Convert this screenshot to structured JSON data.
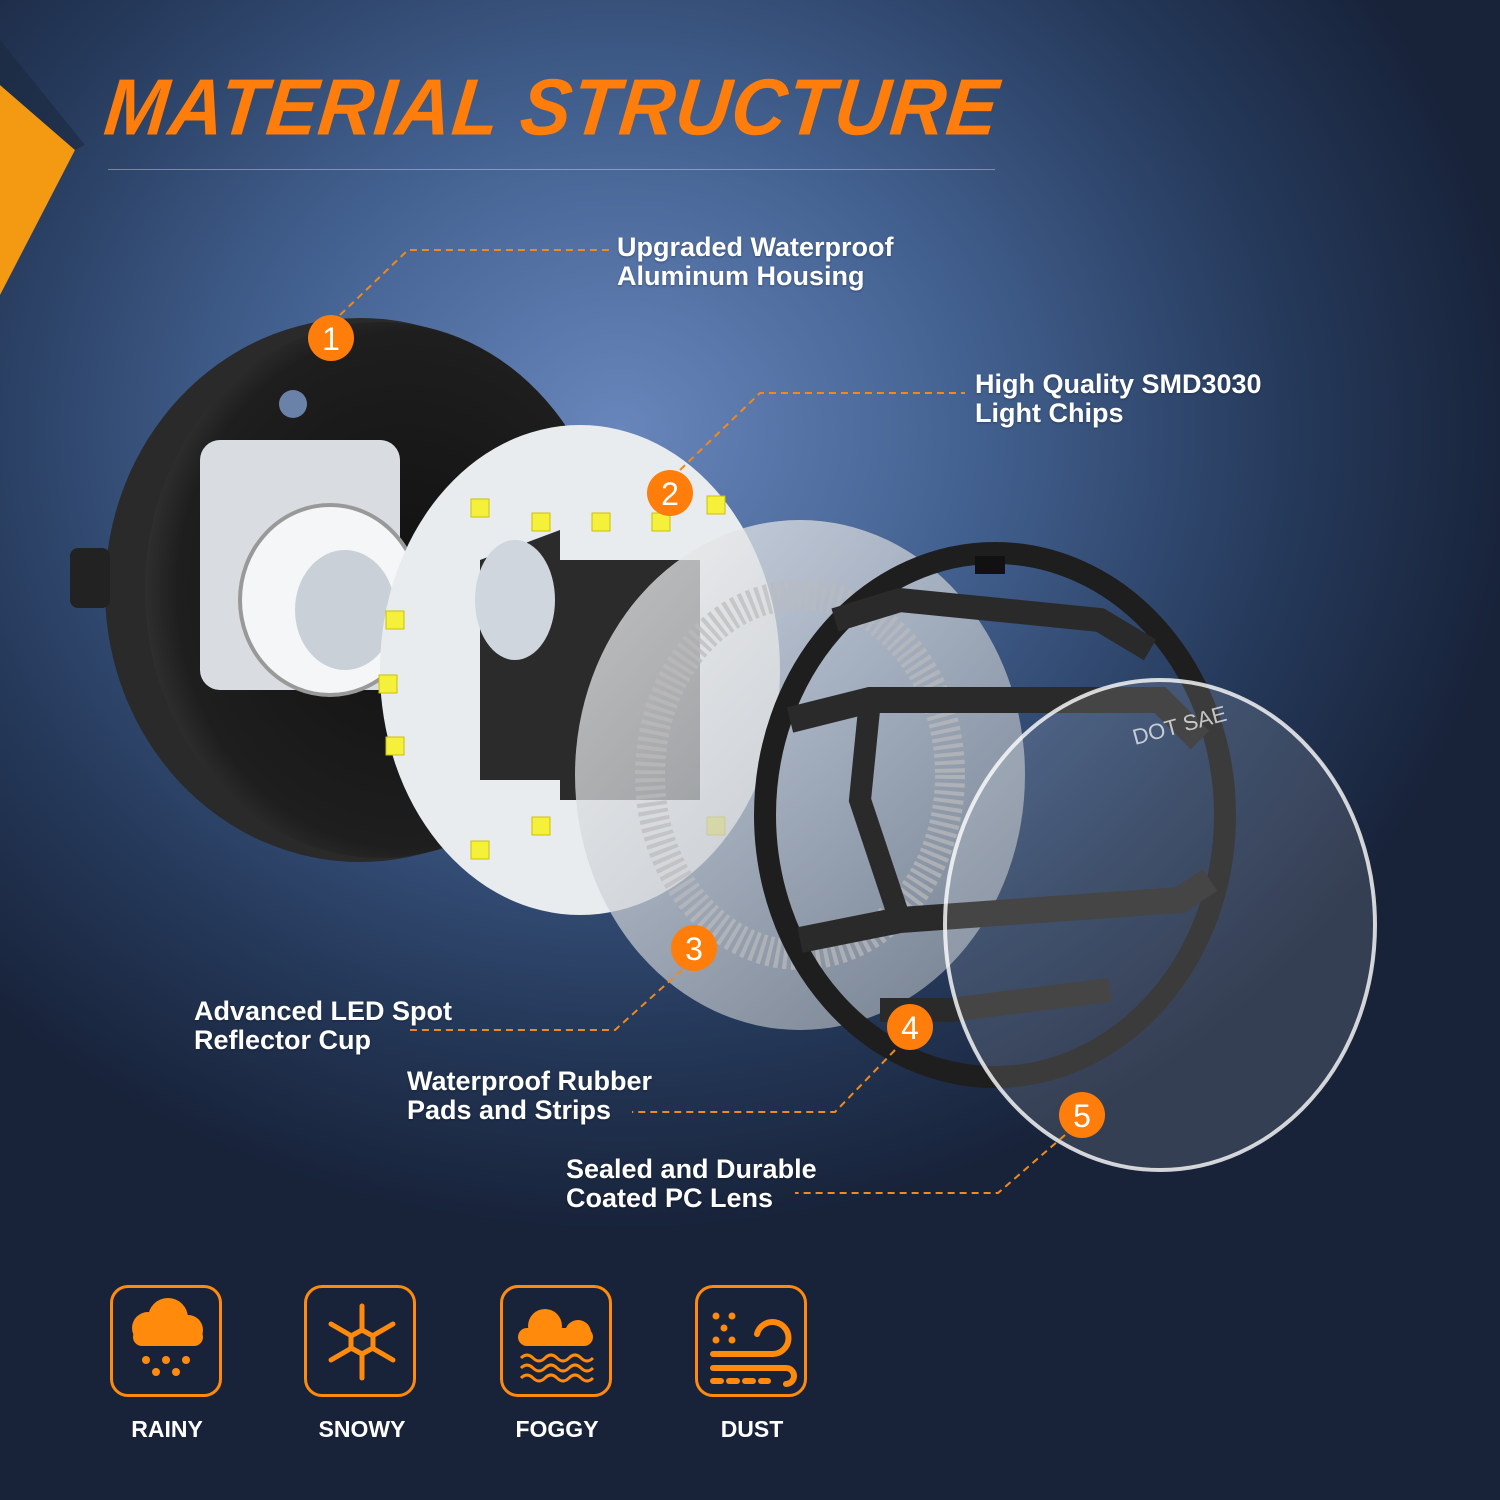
{
  "title": "MATERIAL STRUCTURE",
  "colors": {
    "accent": "#ff7d0a",
    "text": "#ffffff",
    "chip": "#f5f03a"
  },
  "callouts": [
    {
      "number": "1",
      "line1": "Upgraded Waterproof",
      "line2": "Aluminum Housing"
    },
    {
      "number": "2",
      "line1": "High Quality SMD3030",
      "line2": "Light Chips"
    },
    {
      "number": "3",
      "line1": "Advanced LED Spot",
      "line2": "Reflector Cup"
    },
    {
      "number": "4",
      "line1": "Waterproof Rubber",
      "line2": "Pads and Strips"
    },
    {
      "number": "5",
      "line1": "Sealed and Durable",
      "line2": "Coated PC Lens"
    }
  ],
  "lens_marking": "DOT SAE",
  "conditions": [
    {
      "label": "RAINY",
      "icon": "rain-cloud-icon"
    },
    {
      "label": "SNOWY",
      "icon": "snowflake-icon"
    },
    {
      "label": "FOGGY",
      "icon": "fog-icon"
    },
    {
      "label": "DUST",
      "icon": "dust-wind-icon"
    }
  ]
}
